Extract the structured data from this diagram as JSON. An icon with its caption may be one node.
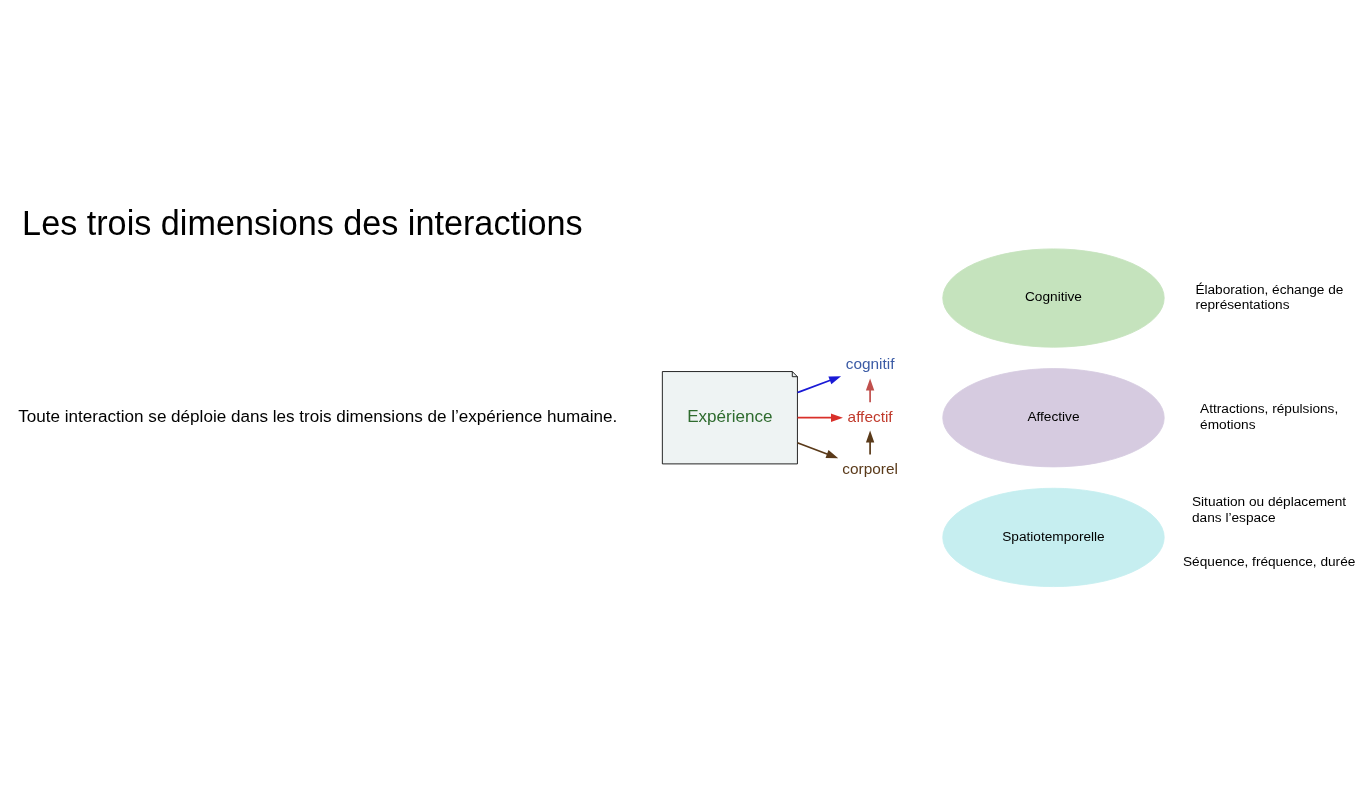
{
  "diagram": {
    "title": "Les trois dimensions des interactions",
    "nodes": [
      {
        "text": [
          "Expérience"
        ]
      },
      {
        "text": [
          "cognitif"
        ]
      },
      {
        "text": [
          "affectif"
        ]
      },
      {
        "text": [
          "corporel"
        ]
      },
      {
        "text": [
          "Cognitive"
        ],
        "beside": [
          "Élaboration, échange de représentations"
        ]
      },
      {
        "text": [
          "Affective"
        ],
        "beside": [
          "Attractions, répulsions, émotions"
        ]
      },
      {
        "text": [
          "Spatiotemporelle"
        ],
        "beside": [
          "Situation ou déplacement dans l’espace",
          "Séquence, fréquence, durée"
        ]
      }
    ],
    "edges": [
      {
        "from": 0,
        "to": 1,
        "arrow": "to",
        "color": "#1a1ad6"
      },
      {
        "from": 0,
        "to": 2,
        "arrow": "to",
        "color": "#d9302a"
      },
      {
        "from": 0,
        "to": 3,
        "arrow": "to",
        "color": "#5a3a1a"
      },
      {
        "from": 3,
        "to": 2,
        "arrow": "to",
        "color": "#5a3a1a"
      },
      {
        "from": 2,
        "to": 1,
        "arrow": "to",
        "color": "#c0504d"
      }
    ],
    "labels": [
      "Toute interaction se déploie dans les trois dimensions de l’expérience humaine."
    ]
  }
}
